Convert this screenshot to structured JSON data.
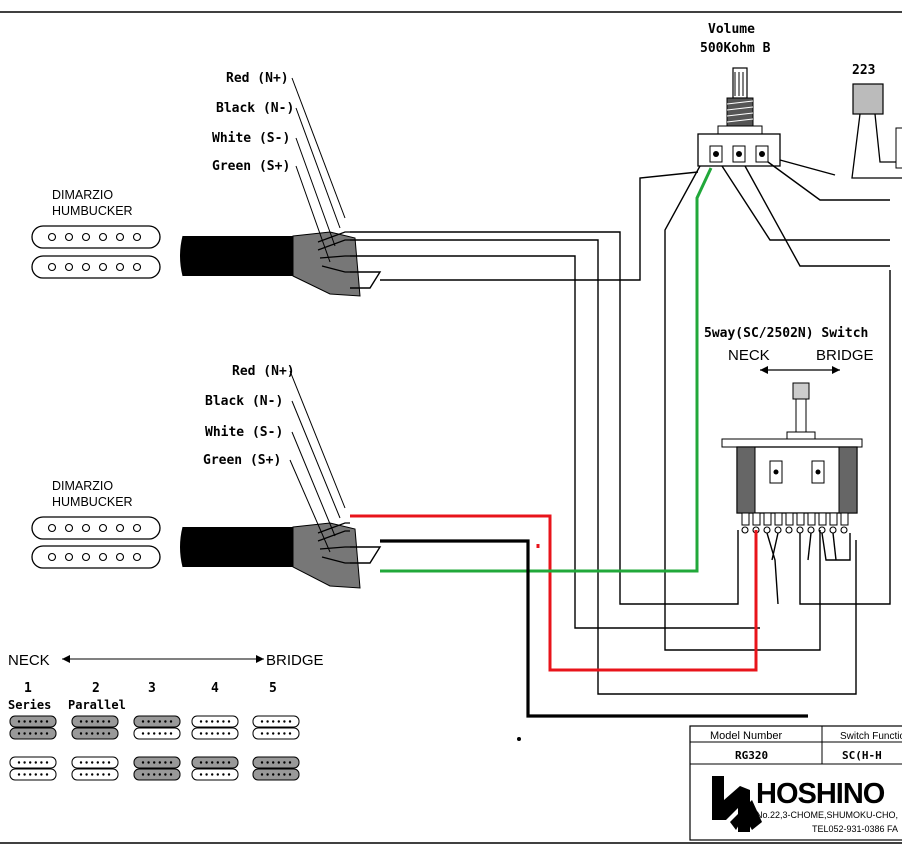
{
  "top_pickup": {
    "brand": "DIMARZIO",
    "type": "HUMBUCKER",
    "wires": [
      {
        "label": "Red (N+)",
        "color": "#000000"
      },
      {
        "label": "Black (N-)",
        "color": "#000000"
      },
      {
        "label": "White (S-)",
        "color": "#000000"
      },
      {
        "label": "Green (S+)",
        "color": "#000000"
      }
    ]
  },
  "bottom_pickup": {
    "brand": "DIMARZIO",
    "type": "HUMBUCKER",
    "wires": [
      {
        "label": "Red  (N+)"
      },
      {
        "label": "Black (N-)"
      },
      {
        "label": "White (S-)"
      },
      {
        "label": "Green (S+)"
      }
    ]
  },
  "volume": {
    "title": "Volume",
    "value": "500Kohm B"
  },
  "capacitor": {
    "label": "223"
  },
  "switch": {
    "title": "5way(SC/2502N) Switch",
    "neck": "NECK",
    "bridge": "BRIDGE"
  },
  "positions": {
    "neck": "NECK",
    "bridge": "BRIDGE",
    "numbers": [
      "1",
      "2",
      "3",
      "4",
      "5"
    ],
    "names": [
      "Series",
      "Parallel"
    ]
  },
  "title_block": {
    "model_header": "Model Number",
    "function_header": "Switch Function",
    "model": "RG320",
    "function": "SC(H-H",
    "company": "HOSHINO",
    "address": "No.22,3-CHOME,SHUMOKU-CHO,",
    "tel": "TEL052-931-0386 FA"
  },
  "colors": {
    "red": "#e8141b",
    "green": "#21a83a",
    "black": "#000000"
  }
}
